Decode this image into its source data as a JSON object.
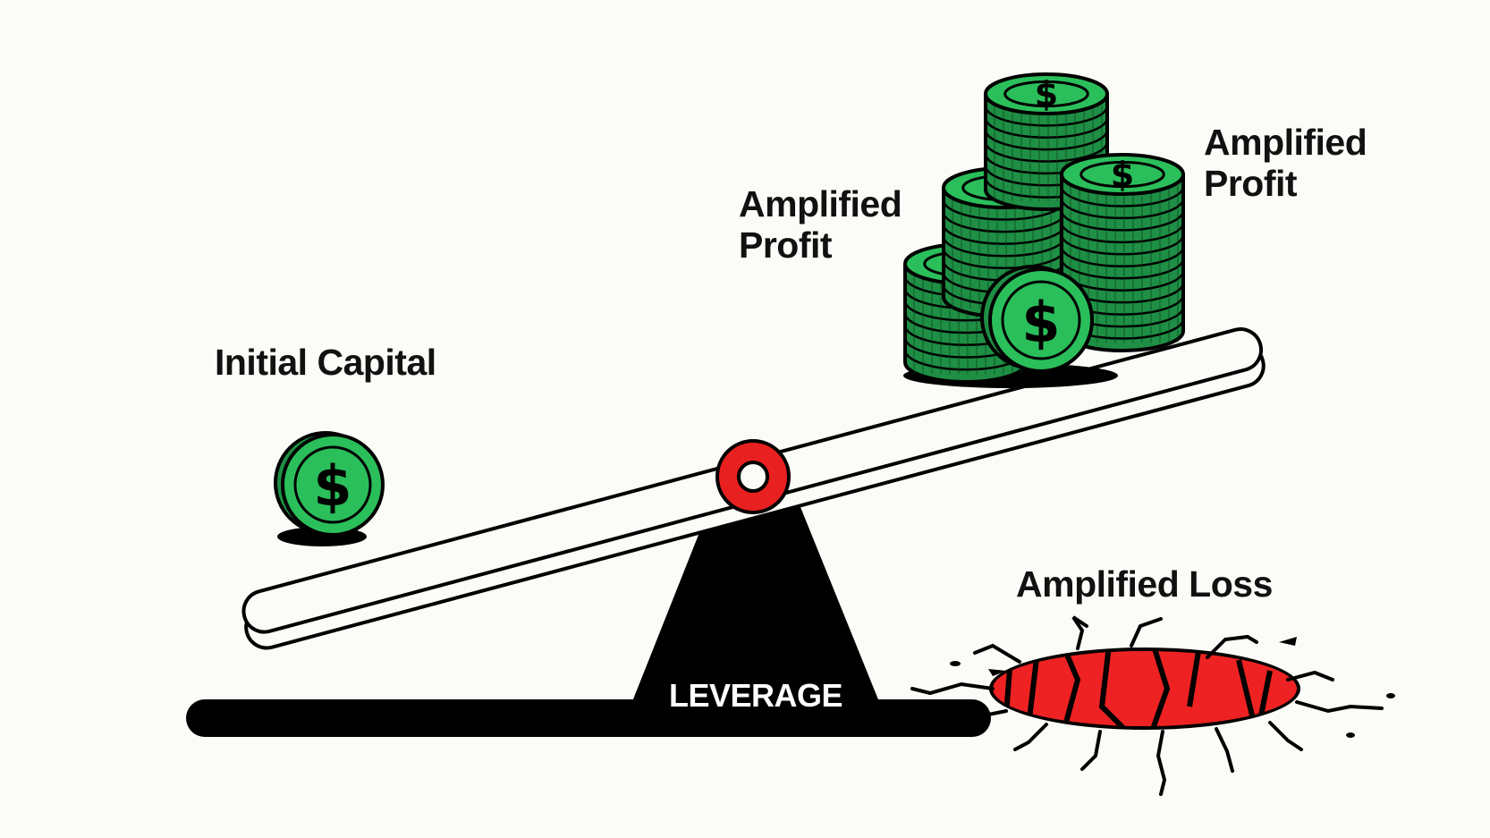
{
  "labels": {
    "initial_capital": "Initial Capital",
    "profit_left_line1": "Amplified",
    "profit_left_line2": "Profit",
    "profit_right_line1": "Amplified",
    "profit_right_line2": "Profit",
    "loss": "Amplified Loss",
    "base": "LEVERAGE"
  },
  "symbols": {
    "currency": "$"
  },
  "colors": {
    "coin_green": "#2bbf5b",
    "coin_dark_green": "#1e8f44",
    "pivot_red": "#e8201f",
    "hole_red": "#ee2222",
    "ink": "#000000",
    "background": "#fbfbf7"
  }
}
